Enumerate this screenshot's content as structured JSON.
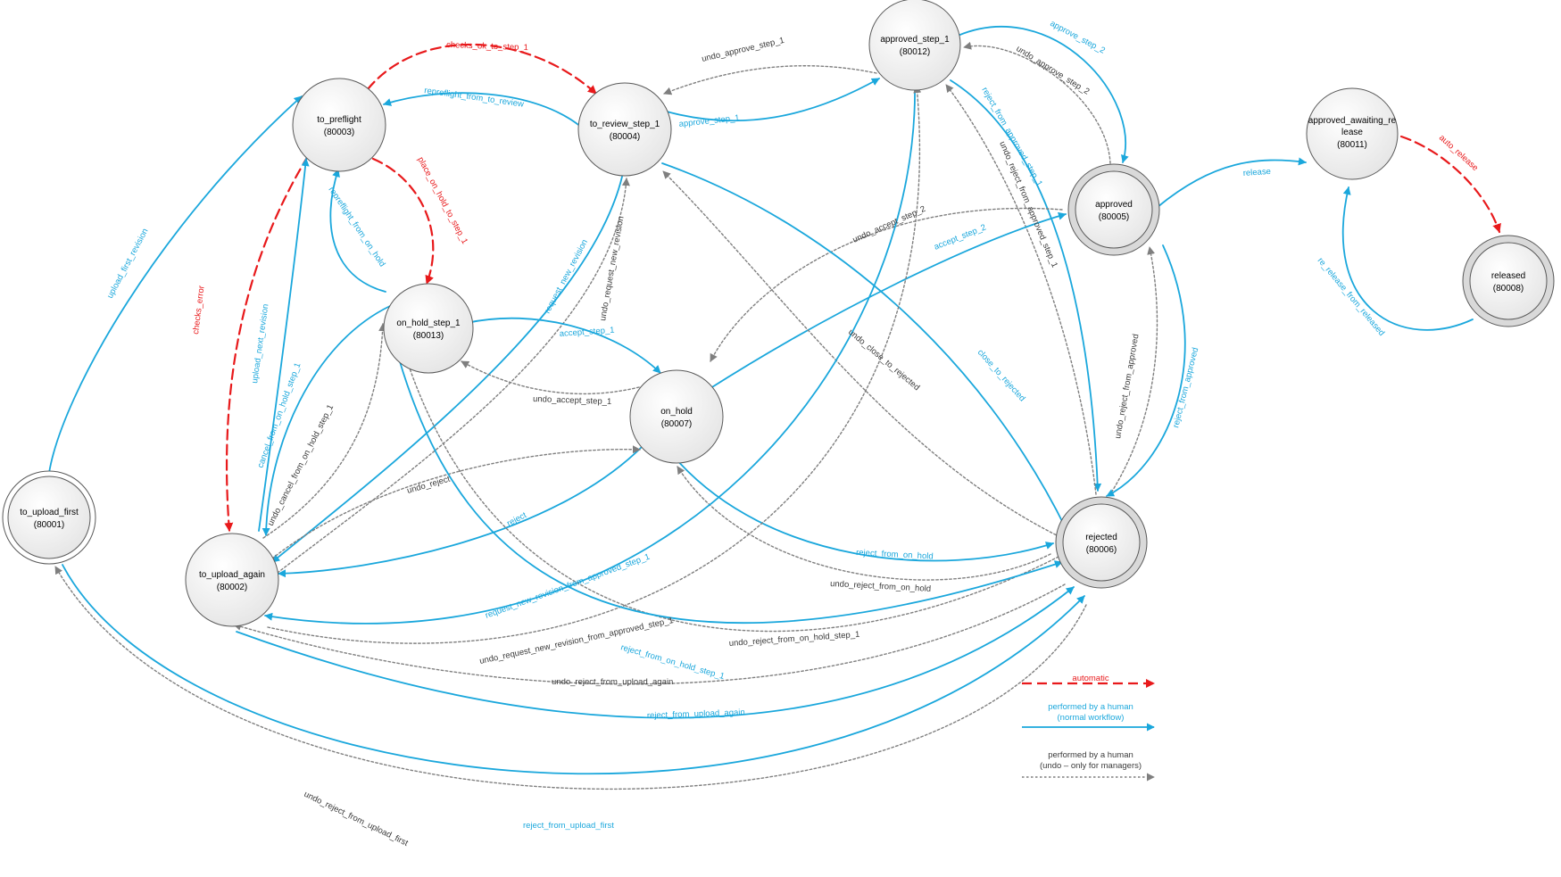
{
  "colors": {
    "human": "#1aa7dc",
    "automatic": "#e8191b",
    "undo": "#7f7f7f",
    "node_fill_light": "#f2f2f2",
    "node_fill_dark": "#dcdcdc",
    "node_stroke": "#595959"
  },
  "nodes": [
    {
      "id": "n80001",
      "name": "to_upload_first",
      "code": "(80001)",
      "style": "double-thin"
    },
    {
      "id": "n80002",
      "name": "to_upload_again",
      "code": "(80002)",
      "style": "single"
    },
    {
      "id": "n80003",
      "name": "to_preflight",
      "code": "(80003)",
      "style": "single"
    },
    {
      "id": "n80004",
      "name": "to_review_step_1",
      "code": "(80004)",
      "style": "single"
    },
    {
      "id": "n80012",
      "name": "approved_step_1",
      "code": "(80012)",
      "style": "single"
    },
    {
      "id": "n80013",
      "name": "on_hold_step_1",
      "code": "(80013)",
      "style": "single"
    },
    {
      "id": "n80007",
      "name": "on_hold",
      "code": "(80007)",
      "style": "single"
    },
    {
      "id": "n80005",
      "name": "approved",
      "code": "(80005)",
      "style": "double-thick"
    },
    {
      "id": "n80006",
      "name": "rejected",
      "code": "(80006)",
      "style": "double-thick"
    },
    {
      "id": "n80011",
      "name": "approved_awaiting_re",
      "name2": "lease",
      "code": "(80011)",
      "style": "single"
    },
    {
      "id": "n80008",
      "name": "released",
      "code": "(80008)",
      "style": "double-thick"
    }
  ],
  "edges": [
    {
      "id": "e_upload_first_revision",
      "label": "upload_first_revision",
      "kind": "human"
    },
    {
      "id": "e_checks_ok_to_step_1",
      "label": "checks_ok_to_step_1",
      "kind": "automatic"
    },
    {
      "id": "e_checks_error",
      "label": "checks_error",
      "kind": "automatic"
    },
    {
      "id": "e_place_on_hold_to_step_1",
      "label": "place_on_hold_to_step_1",
      "kind": "automatic"
    },
    {
      "id": "e_repreflight_from_to_review",
      "label": "repreflight_from_to_review",
      "kind": "human"
    },
    {
      "id": "e_repreflight_from_on_hold",
      "label": "repreflight_from_on_hold",
      "kind": "human"
    },
    {
      "id": "e_upload_next_revision",
      "label": "upload_next_revision",
      "kind": "human"
    },
    {
      "id": "e_cancel_from_on_hold_step_1",
      "label": "cancel_from_on_hold_step_1",
      "kind": "human"
    },
    {
      "id": "e_undo_cancel_from_on_hold_step_1",
      "label": "undo_cancel_from_on_hold_step_1",
      "kind": "undo"
    },
    {
      "id": "e_approve_step_1",
      "label": "approve_step_1",
      "kind": "human"
    },
    {
      "id": "e_undo_approve_step_1",
      "label": "undo_approve_step_1",
      "kind": "undo"
    },
    {
      "id": "e_approve_step_2",
      "label": "approve_step_2",
      "kind": "human"
    },
    {
      "id": "e_undo_approve_step_2",
      "label": "undo_approve_step_2",
      "kind": "undo"
    },
    {
      "id": "e_reject_from_approved_step_1",
      "label": "reject_from_approved_step_1",
      "kind": "human"
    },
    {
      "id": "e_undo_reject_from_approved_step_1",
      "label": "undo_reject_from_approved_step_1",
      "kind": "undo"
    },
    {
      "id": "e_release",
      "label": "release",
      "kind": "human"
    },
    {
      "id": "e_auto_release",
      "label": "auto_release",
      "kind": "automatic"
    },
    {
      "id": "e_re_release_from_released",
      "label": "re_release_from_released",
      "kind": "human"
    },
    {
      "id": "e_request_new_revision",
      "label": "request_new_revision",
      "kind": "human"
    },
    {
      "id": "e_undo_request_new_revision",
      "label": "undo_request_new_revision",
      "kind": "undo"
    },
    {
      "id": "e_accept_step_1",
      "label": "accept_step_1",
      "kind": "human"
    },
    {
      "id": "e_undo_accept_step_1",
      "label": "undo_accept_step_1",
      "kind": "undo"
    },
    {
      "id": "e_undo_accept_step_2",
      "label": "undo_accept_step_2",
      "kind": "undo"
    },
    {
      "id": "e_accept_step_2",
      "label": "accept_step_2",
      "kind": "human"
    },
    {
      "id": "e_undo_close_to_rejected",
      "label": "undo_close_to_rejected",
      "kind": "undo"
    },
    {
      "id": "e_close_to_rejected",
      "label": "close_to_rejected",
      "kind": "human"
    },
    {
      "id": "e_undo_reject_from_approved",
      "label": "undo_reject_from_approved",
      "kind": "undo"
    },
    {
      "id": "e_reject_from_approved",
      "label": "reject_from_approved",
      "kind": "human"
    },
    {
      "id": "e_reject",
      "label": "reject",
      "kind": "human"
    },
    {
      "id": "e_undo_reject",
      "label": "undo_reject",
      "kind": "undo"
    },
    {
      "id": "e_reject_from_on_hold",
      "label": "reject_from_on_hold",
      "kind": "human"
    },
    {
      "id": "e_undo_reject_from_on_hold",
      "label": "undo_reject_from_on_hold",
      "kind": "undo"
    },
    {
      "id": "e_request_new_revision_from_approved_step_1",
      "label": "request_new_revision_from_approved_step_1",
      "kind": "human"
    },
    {
      "id": "e_undo_request_new_revision_from_approved_step_1",
      "label": "undo_request_new_revision_from_approved_step_1",
      "kind": "undo"
    },
    {
      "id": "e_undo_reject_from_on_hold_step_1",
      "label": "undo_reject_from_on_hold_step_1",
      "kind": "undo"
    },
    {
      "id": "e_reject_from_on_hold_step_1",
      "label": "reject_from_on_hold_step_1",
      "kind": "human"
    },
    {
      "id": "e_undo_reject_from_upload_again",
      "label": "undo_reject_from_upload_again",
      "kind": "undo"
    },
    {
      "id": "e_reject_from_upload_again",
      "label": "reject_from_upload_again",
      "kind": "human"
    },
    {
      "id": "e_reject_from_upload_first",
      "label": "reject_from_upload_first",
      "kind": "human"
    },
    {
      "id": "e_undo_reject_from_upload_first",
      "label": "undo_reject_from_upload_first",
      "kind": "undo"
    }
  ],
  "legend": {
    "automatic": "automatic",
    "human_line1": "performed by a human",
    "human_line2": "(normal workflow)",
    "undo_line1": "performed by a human",
    "undo_line2": "(undo – only for managers)"
  }
}
